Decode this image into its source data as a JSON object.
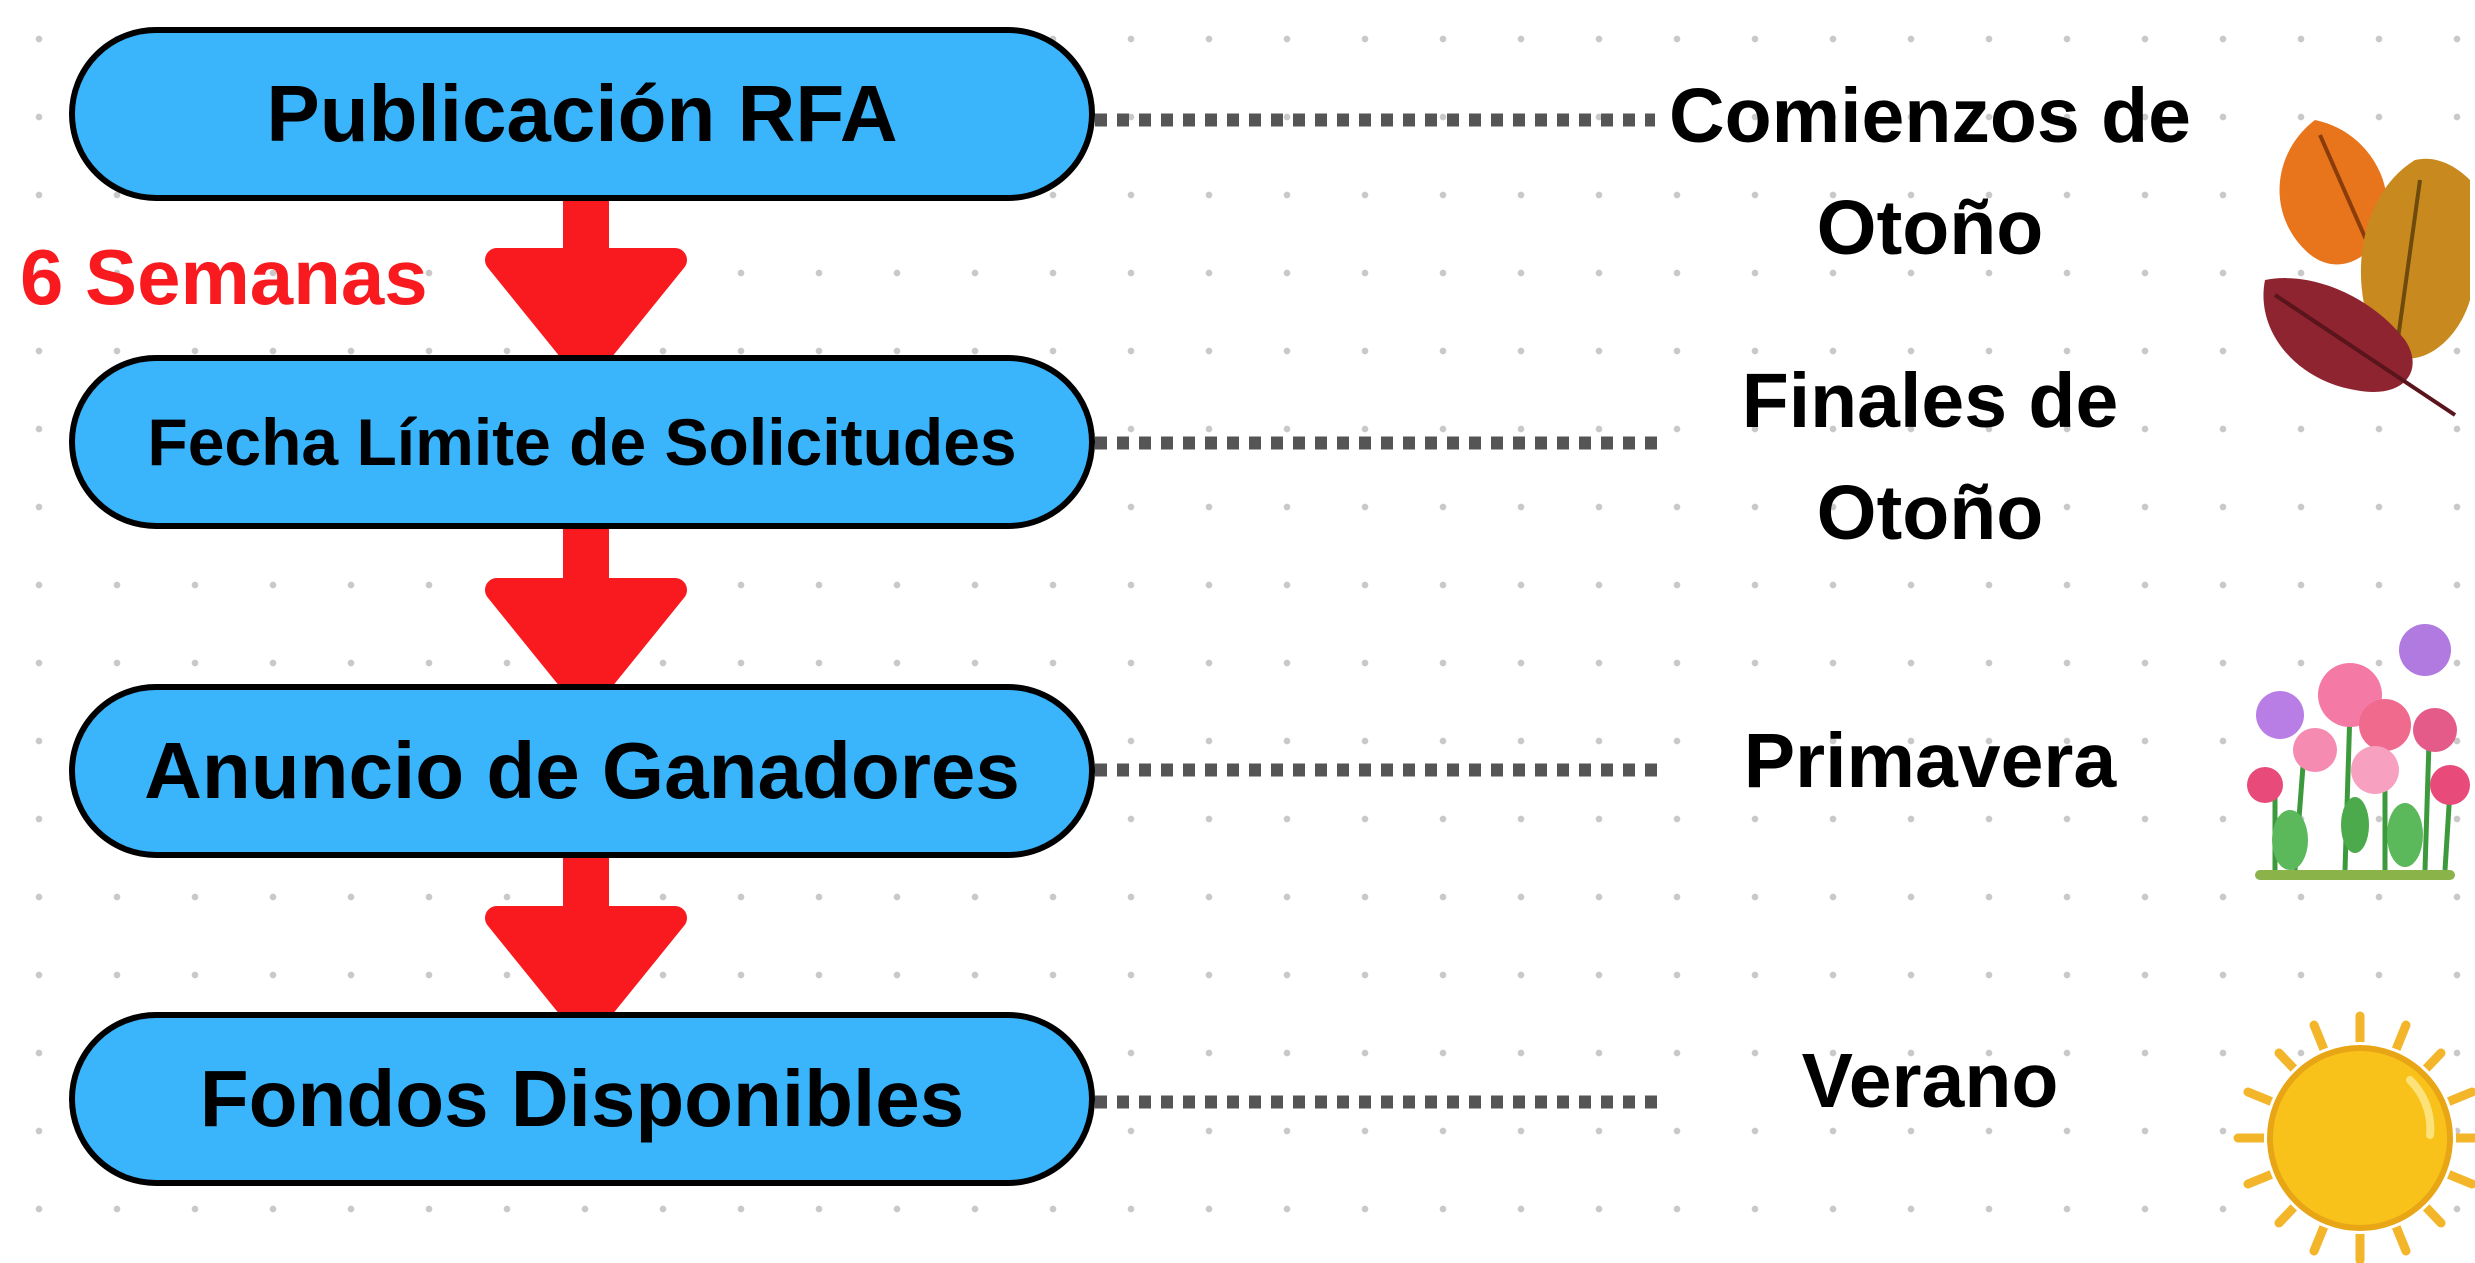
{
  "steps": [
    {
      "label": "Publicación RFA"
    },
    {
      "label": "Fecha Límite de Solicitudes"
    },
    {
      "label": "Anuncio de Ganadores"
    },
    {
      "label": "Fondos Disponibles"
    }
  ],
  "interval_label": "6 Semanas",
  "seasons": [
    {
      "line1": "Comienzos de",
      "line2": "Otoño",
      "icon": "autumn-leaves-icon"
    },
    {
      "line1": "Finales de",
      "line2": "Otoño",
      "icon": ""
    },
    {
      "line1": "Primavera",
      "line2": "",
      "icon": "flowers-icon"
    },
    {
      "line1": "Verano",
      "line2": "",
      "icon": "sun-icon"
    }
  ],
  "colors": {
    "box_fill": "#3ab4fb",
    "arrow": "#f91a1f",
    "connector": "#555555",
    "interval_text": "#f91a1f"
  }
}
